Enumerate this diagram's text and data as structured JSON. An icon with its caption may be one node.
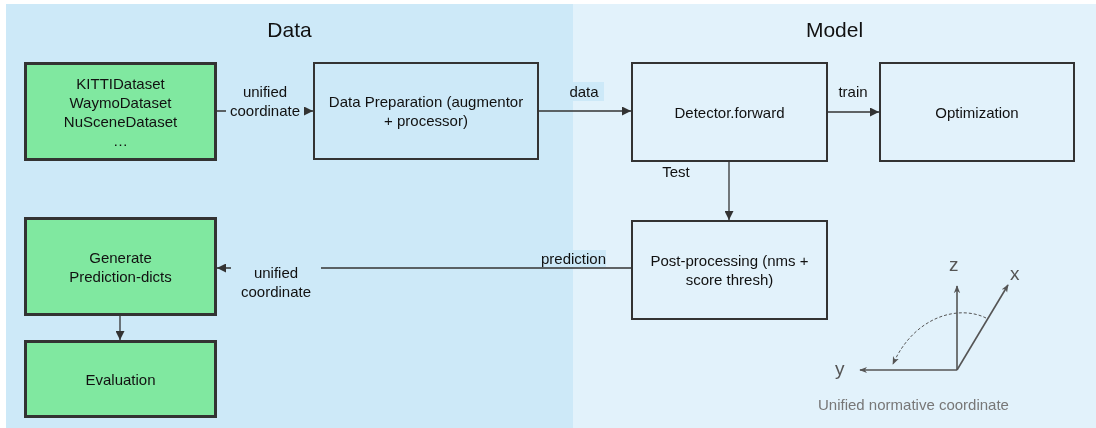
{
  "diagram": {
    "nodes": [
      {
        "text": [
          "Data"
        ]
      },
      {
        "text": [
          "Model"
        ]
      },
      {
        "text": [
          "KITTIDataset WaymoDataset NuSceneDataset …"
        ],
        "in": 0
      },
      {
        "text": [
          "Data Preparation (augmentor + processor)"
        ],
        "in": 0
      },
      {
        "text": [
          "Detector.forward"
        ],
        "in": 1
      },
      {
        "text": [
          "Optimization"
        ],
        "in": 1
      },
      {
        "text": [
          "Post-processing (nms + score thresh)"
        ],
        "in": 1
      },
      {
        "text": [
          "Generate Prediction-dicts"
        ],
        "in": 0
      },
      {
        "text": [
          "Evaluation"
        ],
        "in": 0
      }
    ],
    "edges": [
      {
        "from": 2,
        "to": 3,
        "arrow": "to",
        "label": "unified coordinate"
      },
      {
        "from": 3,
        "to": 4,
        "arrow": "to",
        "label": "data"
      },
      {
        "from": 4,
        "to": 5,
        "arrow": "to",
        "label": "train"
      },
      {
        "from": 4,
        "to": 6,
        "arrow": "to",
        "label": "Test"
      },
      {
        "from": 6,
        "to": 7,
        "arrow": "to",
        "label": "unified coordinate"
      },
      {
        "from": 7,
        "to": 8,
        "arrow": "to"
      }
    ],
    "labels": [
      "prediction",
      "z",
      "x",
      "y",
      "Unified normative coordinate"
    ]
  }
}
